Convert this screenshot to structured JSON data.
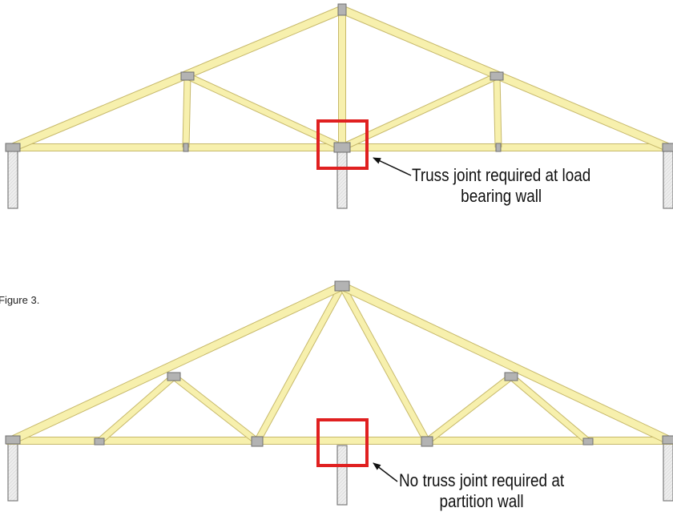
{
  "figure_caption": "Figure 3.",
  "truss_top": {
    "callout_line1": "Truss joint required at load",
    "callout_line2": "bearing wall",
    "annotation": "joint-required"
  },
  "truss_bottom": {
    "callout_line1": "No truss joint required at",
    "callout_line2": "partition wall",
    "annotation": "no-joint-required"
  },
  "colors": {
    "lumber_fill": "#f7f0ad",
    "lumber_edge": "#c7b96b",
    "plate_fill": "#b3b3b3",
    "plate_edge": "#6f6f6f",
    "wall_fill": "#eeeeee",
    "wall_edge": "#7d7d7d",
    "highlight_box": "#e02020",
    "arrow": "#111111"
  }
}
